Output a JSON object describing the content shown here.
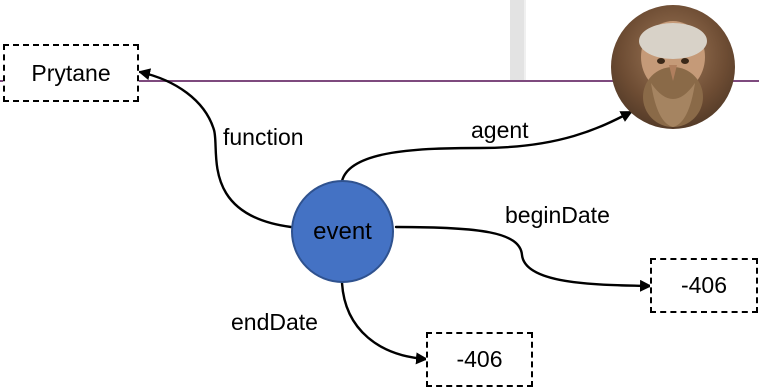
{
  "nodes": {
    "prytane": "Prytane",
    "event": "event",
    "begin_value": "-406",
    "end_value": "-406"
  },
  "edges": {
    "function": "function",
    "agent": "agent",
    "beginDate": "beginDate",
    "endDate": "endDate"
  },
  "colors": {
    "event_fill": "#4472c4",
    "divider": "#7e4a7e"
  },
  "images": {
    "agent_portrait": "bust-portrait"
  }
}
